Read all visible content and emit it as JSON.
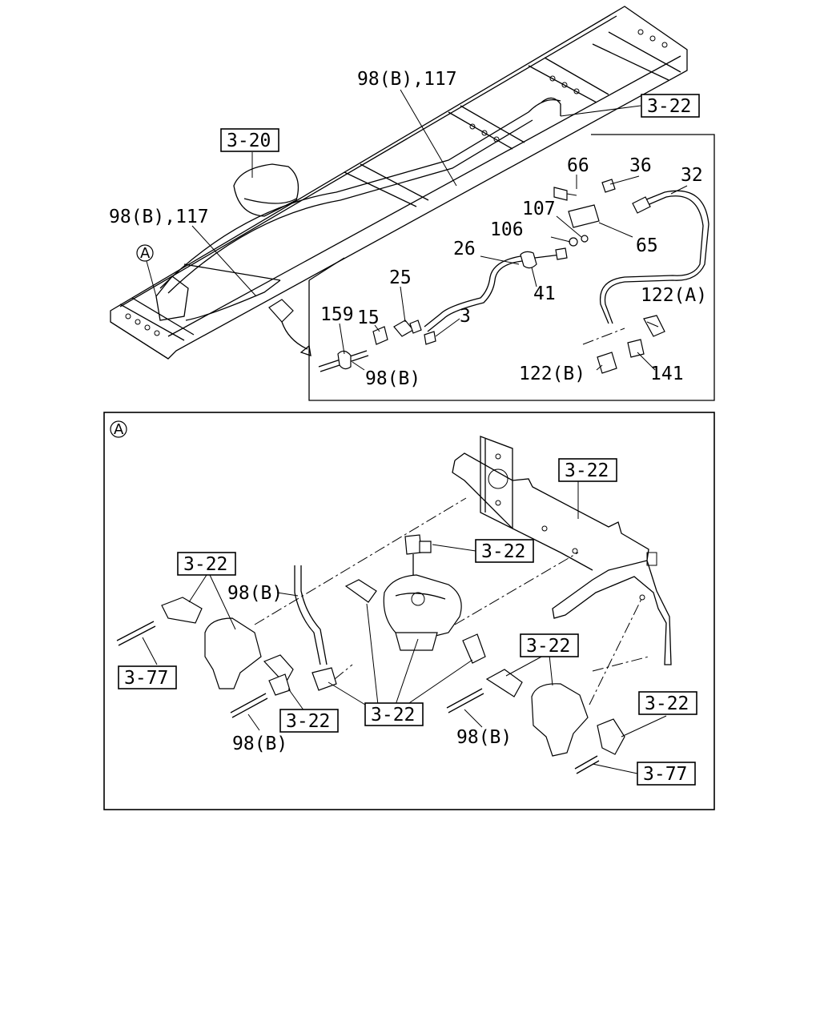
{
  "callouts": {
    "pipe_98b_117_top": "98(B),117",
    "pipe_98b_117_left": "98(B),117",
    "ref_3_20": "3-20",
    "ref_3_22_top": "3-22",
    "p66": "66",
    "p36": "36",
    "p32": "32",
    "p107": "107",
    "p106": "106",
    "p65": "65",
    "p26": "26",
    "p25": "25",
    "p15": "15",
    "p159": "159",
    "p3": "3",
    "p41": "41",
    "p122a": "122(A)",
    "p122b": "122(B)",
    "p141": "141",
    "p98b_detail": "98(B)",
    "circle_a": "A"
  },
  "detail_a": {
    "circle_a": "A",
    "ref_3_22_bracket": "3-22",
    "ref_3_22_center": "3-22",
    "ref_3_22_left": "3-22",
    "ref_98b_upper": "98(B)",
    "ref_3_77_left": "3-77",
    "ref_3_22_bottom_left": "3-22",
    "ref_3_22_bottom_center": "3-22",
    "ref_98b_lower_left": "98(B)",
    "ref_98b_lower_right": "98(B)",
    "ref_3_22_right_upper": "3-22",
    "ref_3_22_right": "3-22",
    "ref_3_77_right": "3-77"
  }
}
